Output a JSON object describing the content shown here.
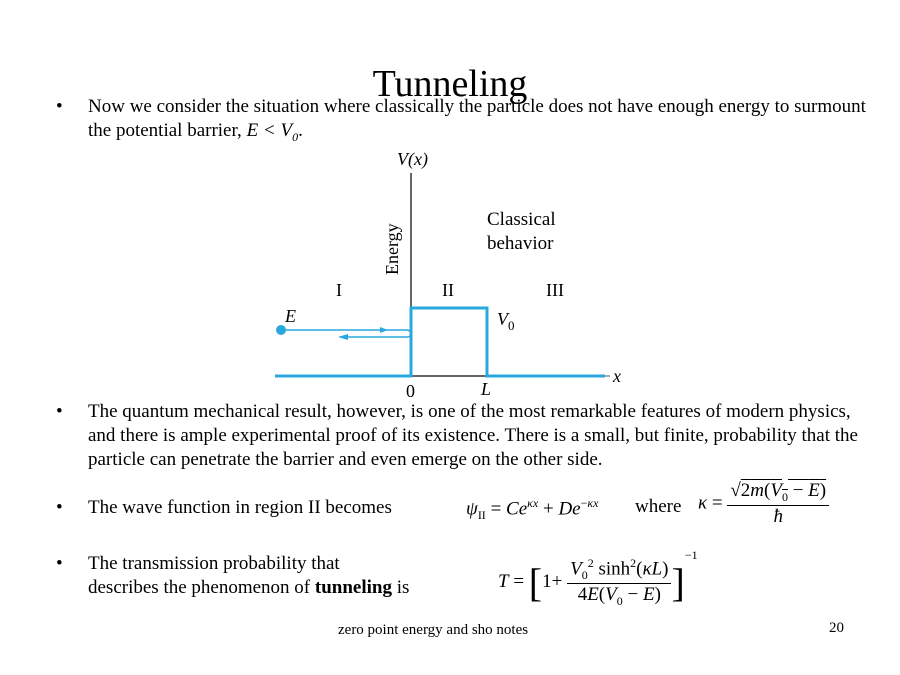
{
  "slide": {
    "title": "Tunneling",
    "bullets": [
      {
        "text_a": "Now we consider the situation where classically the particle does not have enough energy to surmount the potential barrier, ",
        "math": "E < V",
        "sub": "0",
        "text_b": "."
      },
      {
        "text": "The quantum mechanical result, however, is one of the most remarkable features of modern physics, and there is ample experimental proof of its existence. There is a small, but finite, probability that the particle can penetrate the barrier and even emerge on the other side."
      },
      {
        "text": "The wave function in region II becomes"
      },
      {
        "text_a": "The transmission probability that",
        "text_b": "describes the phenomenon of ",
        "bold": "tunneling",
        "text_c": " is"
      }
    ],
    "bullet_glyph": "•",
    "footer": "zero point energy and sho notes",
    "page_number": "20"
  },
  "diagram": {
    "y_axis_label": "V(x)",
    "energy_label": "Energy",
    "x_axis_label": "x",
    "annotation": [
      "Classical",
      "behavior"
    ],
    "regions": [
      "I",
      "II",
      "III"
    ],
    "energy_marker": "E",
    "barrier_label": "V0",
    "ticks": [
      "0",
      "L"
    ],
    "colors": {
      "potential": "#29a8df",
      "axis": "#333333"
    }
  },
  "equations": {
    "psi": "ψII = Ce^(κx) + De^(−κx)",
    "where": "where",
    "kappa": "κ = √(2m(V0 − E)) / ħ",
    "transmission": "T = [1 + V0² sinh²(κL) / (4E(V0 − E))]^−1"
  }
}
